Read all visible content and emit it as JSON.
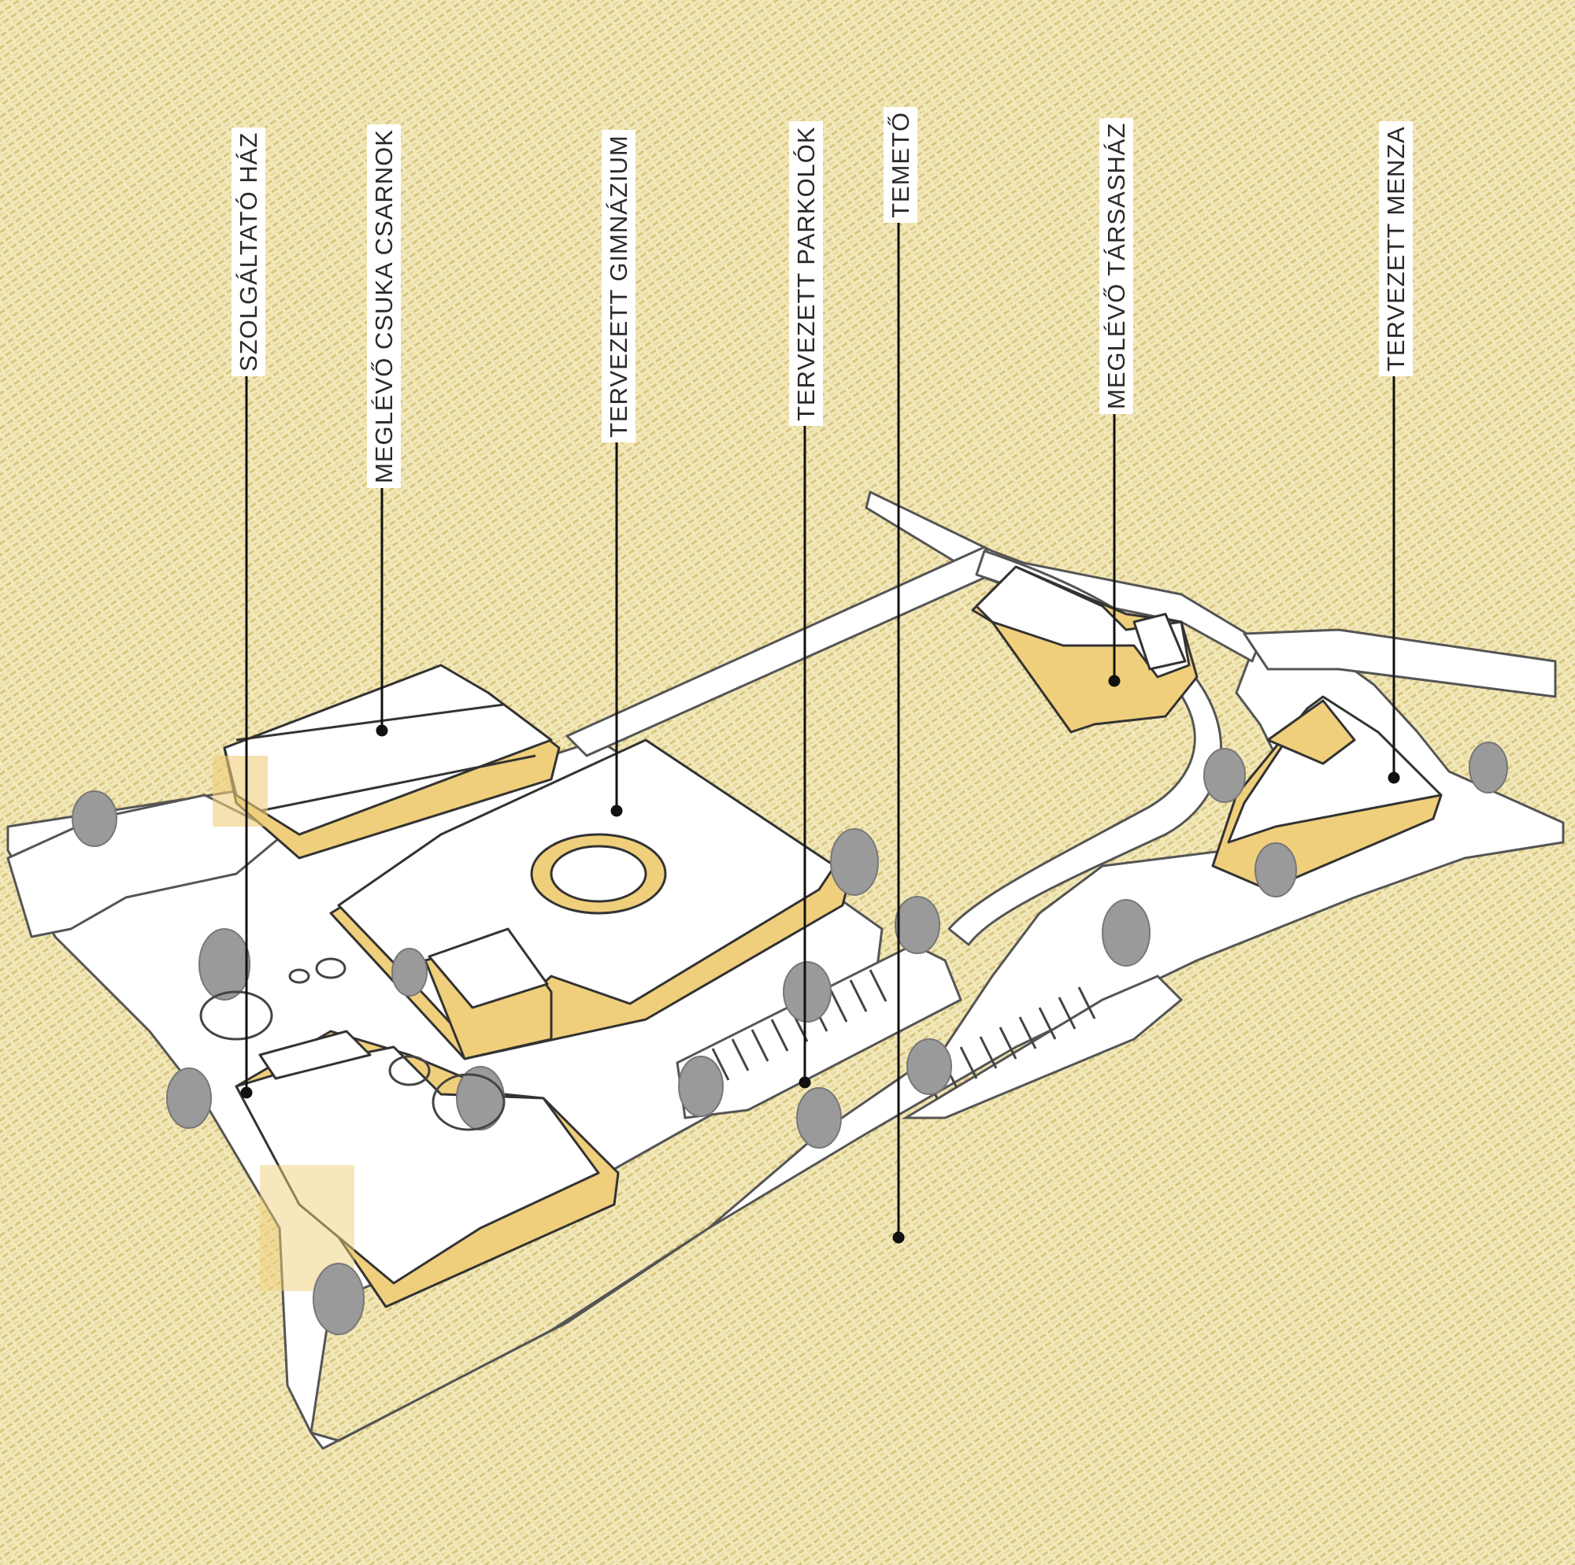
{
  "diagram": {
    "colors": {
      "background": "#f1e7b8",
      "hatch": "#d8c67f",
      "paving": "#ffffff",
      "outline": "#3c3c3c",
      "accent": "#f0cf7c",
      "tree": "#9a9a9a",
      "marker": "#111111"
    },
    "labels": [
      {
        "id": "szolgaltato-haz",
        "text": "SZOLGÁLTATÓ HÁZ"
      },
      {
        "id": "meglevo-csuka-csarnok",
        "text": "MEGLÉVŐ CSUKA CSARNOK"
      },
      {
        "id": "tervezett-gimnazium",
        "text": "TERVEZETT GIMNÁZIUM"
      },
      {
        "id": "tervezett-parkolok",
        "text": "TERVEZETT PARKOLÓK"
      },
      {
        "id": "temeto",
        "text": "TEMETŐ"
      },
      {
        "id": "meglevo-tarsashaz",
        "text": "MEGLÉVŐ TÁRSASHÁZ"
      },
      {
        "id": "tervezett-menza",
        "text": "TERVEZETT MENZA"
      }
    ]
  }
}
